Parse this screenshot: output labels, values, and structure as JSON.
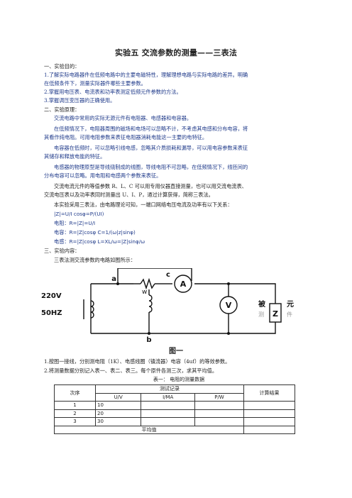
{
  "title": "实验五 交流参数的测量——三表法",
  "sections": {
    "s1": "一、实验目的：",
    "p1a": "1.了解实际电路器件在低频电路中的主要电磁特性，理解理想电路与实际电路的差异。明确",
    "p1b": "在低频条件下，测量实际器件哪些主要参数。",
    "p2": "2.掌握用电压表、电流表和功率表测定低频元件参数的方法。",
    "p3": "3.掌握调压变压器的正确使用。",
    "s2": "二、实验原理：",
    "r1": "交流电路中常用的实际无源元件有电阻器、电感器和电容器。",
    "r2a": "在低频情况下，电阻器周围的磁场和电场可以忽略不计，不考虑其电感和分布电容，将",
    "r2b": "其看作纯电阻。可用电阻参数来表征电阻器消耗电能这一主要的电特征。",
    "r3a": "电容器在低频时，可以忽略引线电感，忽略其介质损耗和漏导，可以用电容参数来表征",
    "r3b": "其储存和释放电能的特征。",
    "r4a": "电感器的物理原型是导线绕制成的线圈，导线电阻不可忽略，在低频情况下，线匝间的",
    "r4b": "分布电容可以忽略。用电阻和电感两个参数来表征。",
    "r5a": "交流电流元件的等值参数 R、L、C 可以用专用仪器直接测量，也可以用交流电流表、",
    "r5b": "交流电压表以及功率表同时测量出 U、I、P，通过计算获得，简称三表法。",
    "r6": "本实验采用三表法，由电路理论可知，一端口网络电压电流及功率有以下关系：",
    "f1": "|Z|=U/I      cosφ=P/(UI)",
    "f2": "电阻：R=|Z|=U/I",
    "f3": "电容：R=|Z|cosφ    C=1/(ω|z|sinφ)",
    "f4": "电感：R=|Z|cosφ    L=XL/ω=|Z|sinφ/ω",
    "s3": "三、实验内容：",
    "c1": "三表法测交流参数的电路如图所示："
  },
  "circuit": {
    "label_a": "a",
    "label_b": "b",
    "label_c": "c",
    "label_w": "w",
    "meter_a": "A",
    "meter_v": "V",
    "source_voltage": "220V",
    "source_freq": "50HZ",
    "load_z": "Z",
    "load_bei": "被",
    "load_ce": "测",
    "load_yuan": "元",
    "load_jian": "件"
  },
  "figure_caption": "图一",
  "steps": {
    "t1": "1.按图一接线，分别测电阻（1K）、电感线圈（镇流器）电容（4uf）的等效参数。",
    "t2": "2.将测量数据分别记入表一、表二、表三。每个原件各测三次，求其平均值。"
  },
  "table_caption": "表一：      电阻的测量数据",
  "table": {
    "h_order": "次序",
    "h_record": "测试记录",
    "h_result": "计算结果",
    "sub": [
      "U/V",
      "I/MA",
      "P/W"
    ],
    "rows": [
      {
        "order": "1",
        "u": "10"
      },
      {
        "order": "2",
        "u": "20"
      },
      {
        "order": "3",
        "u": "30"
      }
    ],
    "avg": "平均值"
  },
  "colors": {
    "text_blue": "#1f3a8a"
  }
}
